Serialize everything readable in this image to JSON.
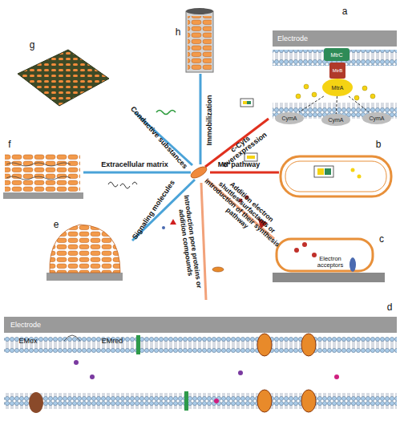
{
  "diagram": {
    "nodes": [
      {
        "text": [
          "Electrode"
        ]
      },
      {
        "text": [
          "MtrC"
        ]
      },
      {
        "text": [
          "MtrB"
        ]
      },
      {
        "text": [
          "MtrA"
        ]
      },
      {
        "text": [
          "CymA"
        ]
      },
      {
        "text": [
          "CymA"
        ]
      },
      {
        "text": [
          "CymA"
        ]
      },
      {
        "text": [
          "Electrode"
        ]
      }
    ],
    "edges": [
      {
        "from": 3,
        "to": 4,
        "arrow": "none"
      },
      {
        "from": 3,
        "to": 5,
        "arrow": "none"
      },
      {
        "from": 3,
        "to": 6,
        "arrow": "none"
      }
    ],
    "labels": [
      "a",
      "b",
      "c",
      "d",
      "e",
      "f",
      "g",
      "h",
      "Immobilization",
      "c-Cyts overexpression",
      "Mtr pathway",
      "Addition electron shuttles/surfactants or introduction of their synthesis pathway",
      "Introduction pore proteins or addition compounds",
      "Signaling molecules",
      "Extracellular matrix",
      "Conductive substances",
      "Electron acceptors",
      "EMox",
      "EMred"
    ]
  }
}
